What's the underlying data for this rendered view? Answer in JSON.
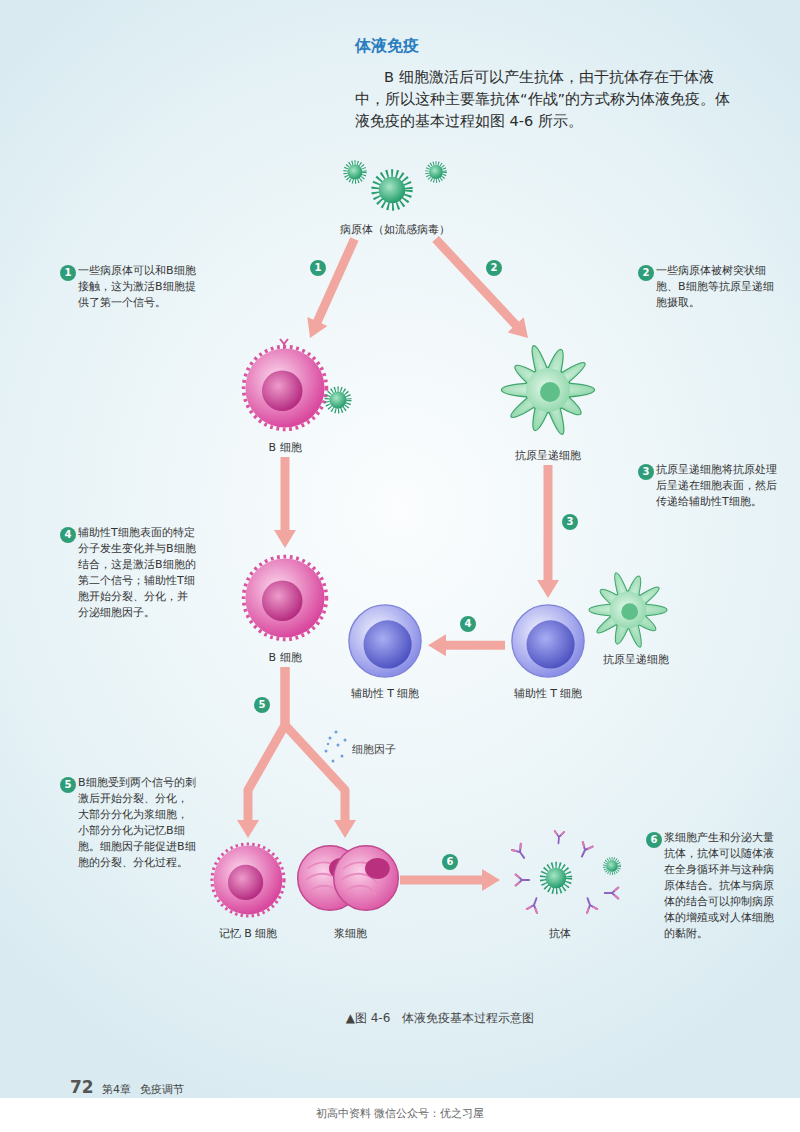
{
  "diagram": {
    "title": "体液免疫",
    "caption": "▲图 4-6　体液免疫基本过程示意图",
    "nodes": [
      {
        "text": [
          "病原体（如流感病毒）"
        ]
      },
      {
        "text": [
          "B 细胞"
        ]
      },
      {
        "text": [
          "抗原呈递细胞"
        ]
      },
      {
        "text": [
          "B 细胞"
        ]
      },
      {
        "text": [
          "辅助性 T 细胞"
        ]
      },
      {
        "text": [
          "辅助性 T 细胞"
        ]
      },
      {
        "text": [
          "抗原呈递细胞"
        ]
      },
      {
        "text": [
          "记忆 B 细胞"
        ]
      },
      {
        "text": [
          "浆细胞"
        ]
      },
      {
        "text": [
          "抗体"
        ]
      }
    ],
    "edges": [
      {
        "from": 0,
        "to": 1,
        "arrow": "to",
        "label": "1"
      },
      {
        "from": 0,
        "to": 2,
        "arrow": "to",
        "label": "2"
      },
      {
        "from": 1,
        "to": 3,
        "arrow": "to"
      },
      {
        "from": 2,
        "to": 5,
        "arrow": "to",
        "label": "3"
      },
      {
        "from": 5,
        "to": 4,
        "arrow": "to",
        "label": "4"
      },
      {
        "from": 3,
        "to": 7,
        "arrow": "to",
        "label": "5"
      },
      {
        "from": 3,
        "to": 8,
        "arrow": "to"
      },
      {
        "from": 8,
        "to": 9,
        "arrow": "to",
        "label": "6"
      }
    ],
    "labels": [
      "B 细胞激活后可以产生抗体，由于抗体存在于体液中，所以这种主要靠抗体“作战”的方式称为体液免疫。体液免疫的基本过程如图 4-6 所示。",
      "1",
      "一些病原体可以和B细胞接触，这为激活B细胞提供了第一个信号。",
      "2",
      "一些病原体被树突状细胞、B细胞等抗原呈递细胞摄取。",
      "3",
      "抗原呈递细胞将抗原处理后呈递在细胞表面，然后传递给辅助性T细胞。",
      "4",
      "辅助性T细胞表面的特定分子发生变化并与B细胞结合，这是激活B细胞的第二个信号；辅助性T细胞开始分裂、分化，并分泌细胞因子。",
      "细胞因子",
      "5",
      "B细胞受到两个信号的刺激后开始分裂、分化，大部分分化为浆细胞，小部分分化为记忆B细胞。细胞因子能促进B细胞的分裂、分化过程。",
      "6",
      "浆细胞产生和分泌大量抗体，抗体可以随体液在全身循环并与这种病原体结合。抗体与病原体的结合可以抑制病原体的增殖或对人体细胞的黏附。",
      "72",
      "第4章",
      "免疫调节",
      "初高中资料 微信公众号：优之习屋"
    ]
  }
}
